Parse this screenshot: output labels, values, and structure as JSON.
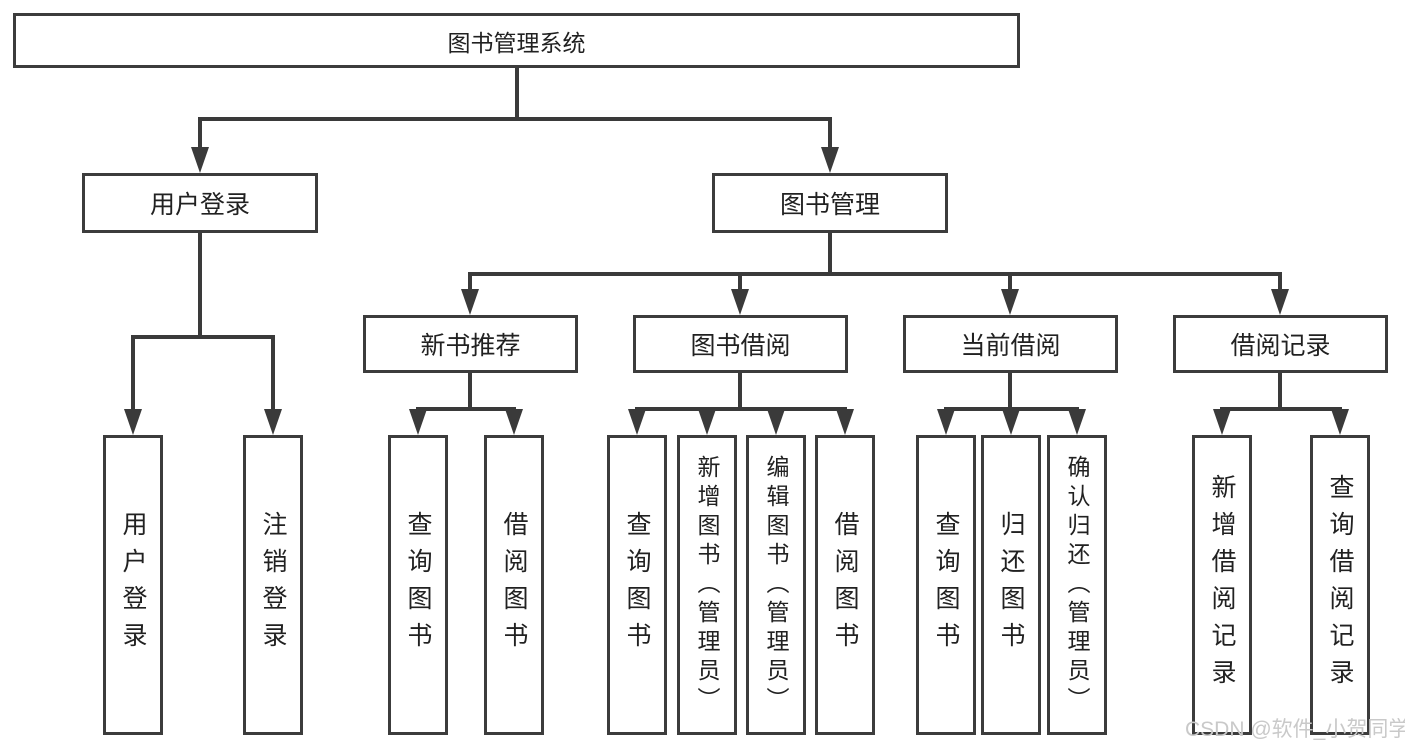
{
  "diagram": {
    "root": {
      "label": "图书管理系统"
    },
    "level2": [
      {
        "id": "user-login",
        "label": "用户登录",
        "children": [
          "用户登录",
          "注销登录"
        ]
      },
      {
        "id": "book-management",
        "label": "图书管理"
      }
    ],
    "level3": [
      {
        "id": "new-book-recommend",
        "label": "新书推荐",
        "children": [
          "查询图书",
          "借阅图书"
        ]
      },
      {
        "id": "book-borrowing",
        "label": "图书借阅",
        "children": [
          "查询图书",
          "新增图书（管理员）",
          "编辑图书（管理员）",
          "借阅图书"
        ]
      },
      {
        "id": "current-borrowing",
        "label": "当前借阅",
        "children": [
          "查询图书",
          "归还图书",
          "确认归还（管理员）"
        ]
      },
      {
        "id": "borrowing-records",
        "label": "借阅记录",
        "children": [
          "新增借阅记录",
          "查询借阅记录"
        ]
      }
    ],
    "watermark": "CSDN @软件_小贺同学",
    "colors": {
      "line": "#3a3a3a",
      "box_border": "#3c3c3c",
      "text": "#212121",
      "watermark": "#c9c9c9",
      "background": "#ffffff"
    }
  }
}
